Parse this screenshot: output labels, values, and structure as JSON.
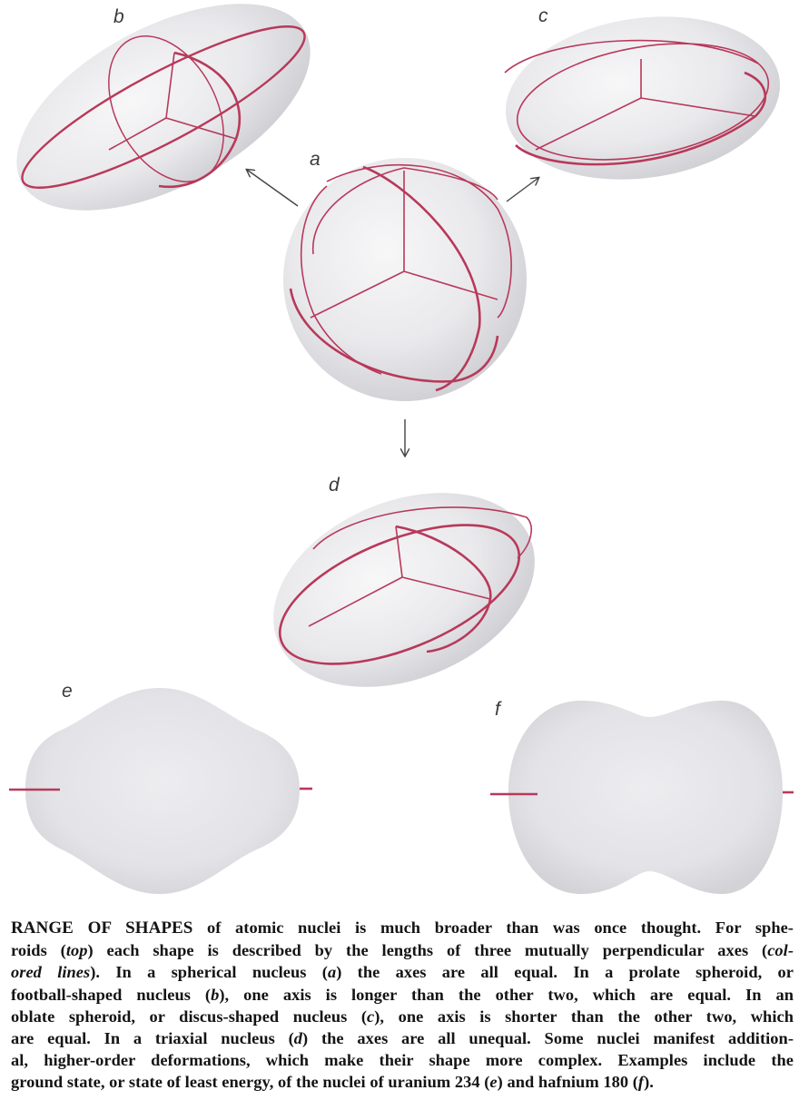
{
  "labels": {
    "a": "a",
    "b": "b",
    "c": "c",
    "d": "d",
    "e": "e",
    "f": "f"
  },
  "colors": {
    "axis": "#b8395a",
    "shape": "#ececee",
    "shape_dark": "#c9c9ce",
    "arrow": "#444444",
    "text": "#141414"
  },
  "caption": {
    "lead": "RANGE OF SHAPES",
    "l1a": " of atomic nuclei is much broader than was once thought. For sphe-",
    "l2a": "roids (",
    "l2b": "top",
    "l2c": ") each shape is described by the lengths of three mutually perpendicular axes (",
    "l2d": "col-",
    "l3a": "ored lines",
    "l3b": "). In a spherical nucleus (",
    "l3c": "a",
    "l3d": ") the axes are all equal. In a prolate spheroid, or",
    "l4a": "football-shaped nucleus (",
    "l4b": "b",
    "l4c": "), one axis is longer than the other two, which are equal. In an",
    "l5a": "oblate spheroid, or discus-shaped nucleus (",
    "l5b": "c",
    "l5c": "), one axis is shorter than the other two, which",
    "l6a": "are equal. In a triaxial nucleus (",
    "l6b": "d",
    "l6c": ") the axes are all unequal. Some nuclei manifest addition-",
    "l7a": "al, higher-order deformations, which make their shape more complex. Examples include the",
    "l8a": "ground state, or state of least energy, of the nuclei of uranium 234 (",
    "l8b": "e",
    "l8c": ") and hafnium 180 (",
    "l8d": "f",
    "l8e": ")."
  }
}
